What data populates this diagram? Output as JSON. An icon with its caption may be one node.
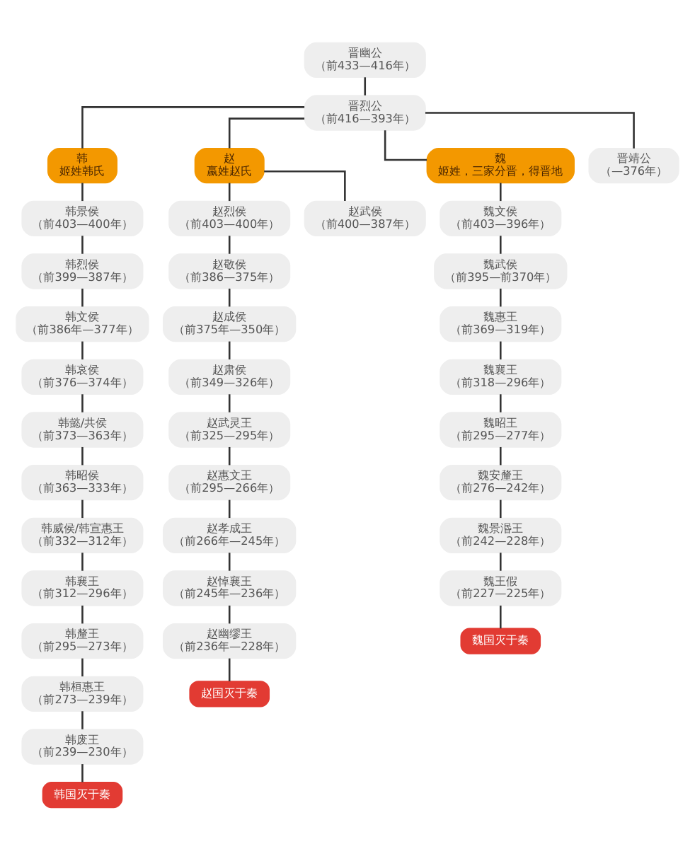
{
  "diagram": {
    "nodes": [
      {
        "text": [
          "晋幽公",
          "（前433—416年）"
        ]
      },
      {
        "text": [
          "晋烈公",
          "（前416—393年）"
        ]
      },
      {
        "text": [
          "韩",
          "姬姓韩氏"
        ]
      },
      {
        "text": [
          "赵",
          "嬴姓赵氏"
        ]
      },
      {
        "text": [
          "魏",
          "姬姓，三家分晋，得晋地"
        ]
      },
      {
        "text": [
          "晋靖公",
          "（—376年）"
        ]
      },
      {
        "text": [
          "韩景侯",
          "（前403—400年）"
        ]
      },
      {
        "text": [
          "韩烈侯",
          "（前399—387年）"
        ]
      },
      {
        "text": [
          "韩文侯",
          "（前386年—377年）"
        ]
      },
      {
        "text": [
          "韩哀侯",
          "（前376—374年）"
        ]
      },
      {
        "text": [
          "韩懿/共侯",
          "（前373—363年）"
        ]
      },
      {
        "text": [
          "韩昭侯",
          "（前363—333年）"
        ]
      },
      {
        "text": [
          "韩威侯/韩宣惠王",
          "（前332—312年）"
        ]
      },
      {
        "text": [
          "韩襄王",
          "（前312—296年）"
        ]
      },
      {
        "text": [
          "韩釐王",
          "（前295—273年）"
        ]
      },
      {
        "text": [
          "韩桓惠王",
          "（前273—239年）"
        ]
      },
      {
        "text": [
          "韩废王",
          "（前239—230年）"
        ]
      },
      {
        "text": [
          "韩国灭于秦"
        ]
      },
      {
        "text": [
          "赵烈侯",
          "（前403—400年）"
        ]
      },
      {
        "text": [
          "赵武侯",
          "（前400—387年）"
        ]
      },
      {
        "text": [
          "赵敬侯",
          "（前386—375年）"
        ]
      },
      {
        "text": [
          "赵成侯",
          "（前375年—350年）"
        ]
      },
      {
        "text": [
          "赵肃侯",
          "（前349—326年）"
        ]
      },
      {
        "text": [
          "赵武灵王",
          "（前325—295年）"
        ]
      },
      {
        "text": [
          "赵惠文王",
          "（前295—266年）"
        ]
      },
      {
        "text": [
          "赵孝成王",
          "（前266年—245年）"
        ]
      },
      {
        "text": [
          "赵悼襄王",
          "（前245年—236年）"
        ]
      },
      {
        "text": [
          "赵幽缪王",
          "（前236年—228年）"
        ]
      },
      {
        "text": [
          "赵国灭于秦"
        ]
      },
      {
        "text": [
          "魏文侯",
          "（前403—396年）"
        ]
      },
      {
        "text": [
          "魏武侯",
          "（前395—前370年）"
        ]
      },
      {
        "text": [
          "魏惠王",
          "（前369—319年）"
        ]
      },
      {
        "text": [
          "魏襄王",
          "（前318—296年）"
        ]
      },
      {
        "text": [
          "魏昭王",
          "（前295—277年）"
        ]
      },
      {
        "text": [
          "魏安釐王",
          "（前276—242年）"
        ]
      },
      {
        "text": [
          "魏景湣王",
          "（前242—228年）"
        ]
      },
      {
        "text": [
          "魏王假",
          "（前227—225年）"
        ]
      },
      {
        "text": [
          "魏国灭于秦"
        ]
      }
    ],
    "edges": [
      {
        "from": 0,
        "to": 1,
        "arrow": "none"
      },
      {
        "from": 1,
        "to": 2,
        "arrow": "none"
      },
      {
        "from": 1,
        "to": 3,
        "arrow": "none"
      },
      {
        "from": 1,
        "to": 4,
        "arrow": "none"
      },
      {
        "from": 1,
        "to": 5,
        "arrow": "none"
      },
      {
        "from": 2,
        "to": 6,
        "arrow": "none"
      },
      {
        "from": 6,
        "to": 7,
        "arrow": "none"
      },
      {
        "from": 7,
        "to": 8,
        "arrow": "none"
      },
      {
        "from": 8,
        "to": 9,
        "arrow": "none"
      },
      {
        "from": 9,
        "to": 10,
        "arrow": "none"
      },
      {
        "from": 10,
        "to": 11,
        "arrow": "none"
      },
      {
        "from": 11,
        "to": 12,
        "arrow": "none"
      },
      {
        "from": 12,
        "to": 13,
        "arrow": "none"
      },
      {
        "from": 13,
        "to": 14,
        "arrow": "none"
      },
      {
        "from": 14,
        "to": 15,
        "arrow": "none"
      },
      {
        "from": 15,
        "to": 16,
        "arrow": "none"
      },
      {
        "from": 16,
        "to": 17,
        "arrow": "none"
      },
      {
        "from": 3,
        "to": 18,
        "arrow": "none"
      },
      {
        "from": 3,
        "to": 19,
        "arrow": "none"
      },
      {
        "from": 18,
        "to": 20,
        "arrow": "none"
      },
      {
        "from": 20,
        "to": 21,
        "arrow": "none"
      },
      {
        "from": 21,
        "to": 22,
        "arrow": "none"
      },
      {
        "from": 22,
        "to": 23,
        "arrow": "none"
      },
      {
        "from": 23,
        "to": 24,
        "arrow": "none"
      },
      {
        "from": 24,
        "to": 25,
        "arrow": "none"
      },
      {
        "from": 25,
        "to": 26,
        "arrow": "none"
      },
      {
        "from": 26,
        "to": 27,
        "arrow": "none"
      },
      {
        "from": 27,
        "to": 28,
        "arrow": "none"
      },
      {
        "from": 4,
        "to": 29,
        "arrow": "none"
      },
      {
        "from": 29,
        "to": 30,
        "arrow": "none"
      },
      {
        "from": 30,
        "to": 31,
        "arrow": "none"
      },
      {
        "from": 31,
        "to": 32,
        "arrow": "none"
      },
      {
        "from": 32,
        "to": 33,
        "arrow": "none"
      },
      {
        "from": 33,
        "to": 34,
        "arrow": "none"
      },
      {
        "from": 34,
        "to": 35,
        "arrow": "none"
      },
      {
        "from": 35,
        "to": 36,
        "arrow": "none"
      },
      {
        "from": 36,
        "to": 37,
        "arrow": "none"
      }
    ]
  }
}
